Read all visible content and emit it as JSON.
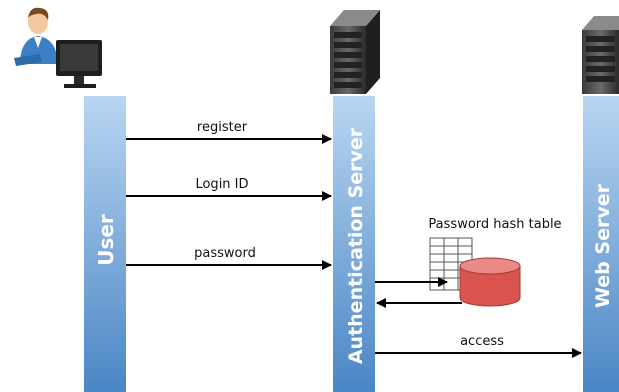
{
  "lanes": {
    "user": {
      "label": "User"
    },
    "auth_server": {
      "label": "Authentication Server"
    },
    "web_server": {
      "label": "Web Server"
    }
  },
  "messages": {
    "register": "register",
    "login_id": "Login ID",
    "password": "password",
    "access": "access"
  },
  "hash_table": {
    "title": "Password hash table"
  },
  "icons": {
    "user": "user-at-computer-icon",
    "auth_server": "server-tower-icon",
    "web_server": "server-tower-icon",
    "hash_table": "table-grid-icon",
    "database": "database-cylinder-icon"
  },
  "colors": {
    "lane_top": "#b9d6f2",
    "lane_bottom": "#4a86c5",
    "arrow": "#000000",
    "database": "#d9534f",
    "database_top": "#e98a87"
  }
}
